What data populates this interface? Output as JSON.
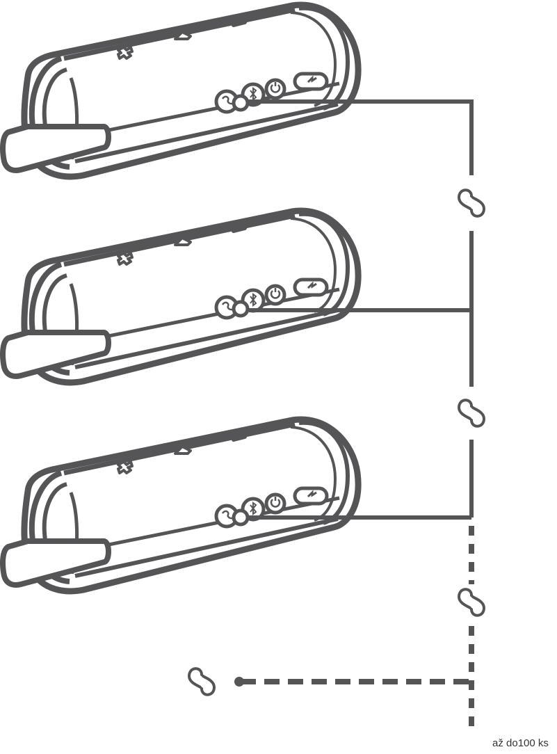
{
  "caption": "až do100 ks",
  "colors": {
    "stroke": "#555558",
    "background": "#ffffff"
  },
  "speakers": [
    {
      "name": "speaker-1",
      "icons": [
        "link-icon",
        "bluetooth-icon",
        "power-icon",
        "charge-icon",
        "play-icon",
        "minus-icon",
        "plus-icon"
      ]
    },
    {
      "name": "speaker-2",
      "icons": [
        "link-icon",
        "bluetooth-icon",
        "power-icon",
        "charge-icon",
        "play-icon",
        "minus-icon",
        "plus-icon"
      ]
    },
    {
      "name": "speaker-3",
      "icons": [
        "link-icon",
        "bluetooth-icon",
        "power-icon",
        "charge-icon",
        "play-icon",
        "minus-icon",
        "plus-icon"
      ]
    }
  ],
  "link_icons": [
    "chain-link-icon",
    "chain-link-icon",
    "chain-link-icon",
    "chain-link-icon"
  ]
}
